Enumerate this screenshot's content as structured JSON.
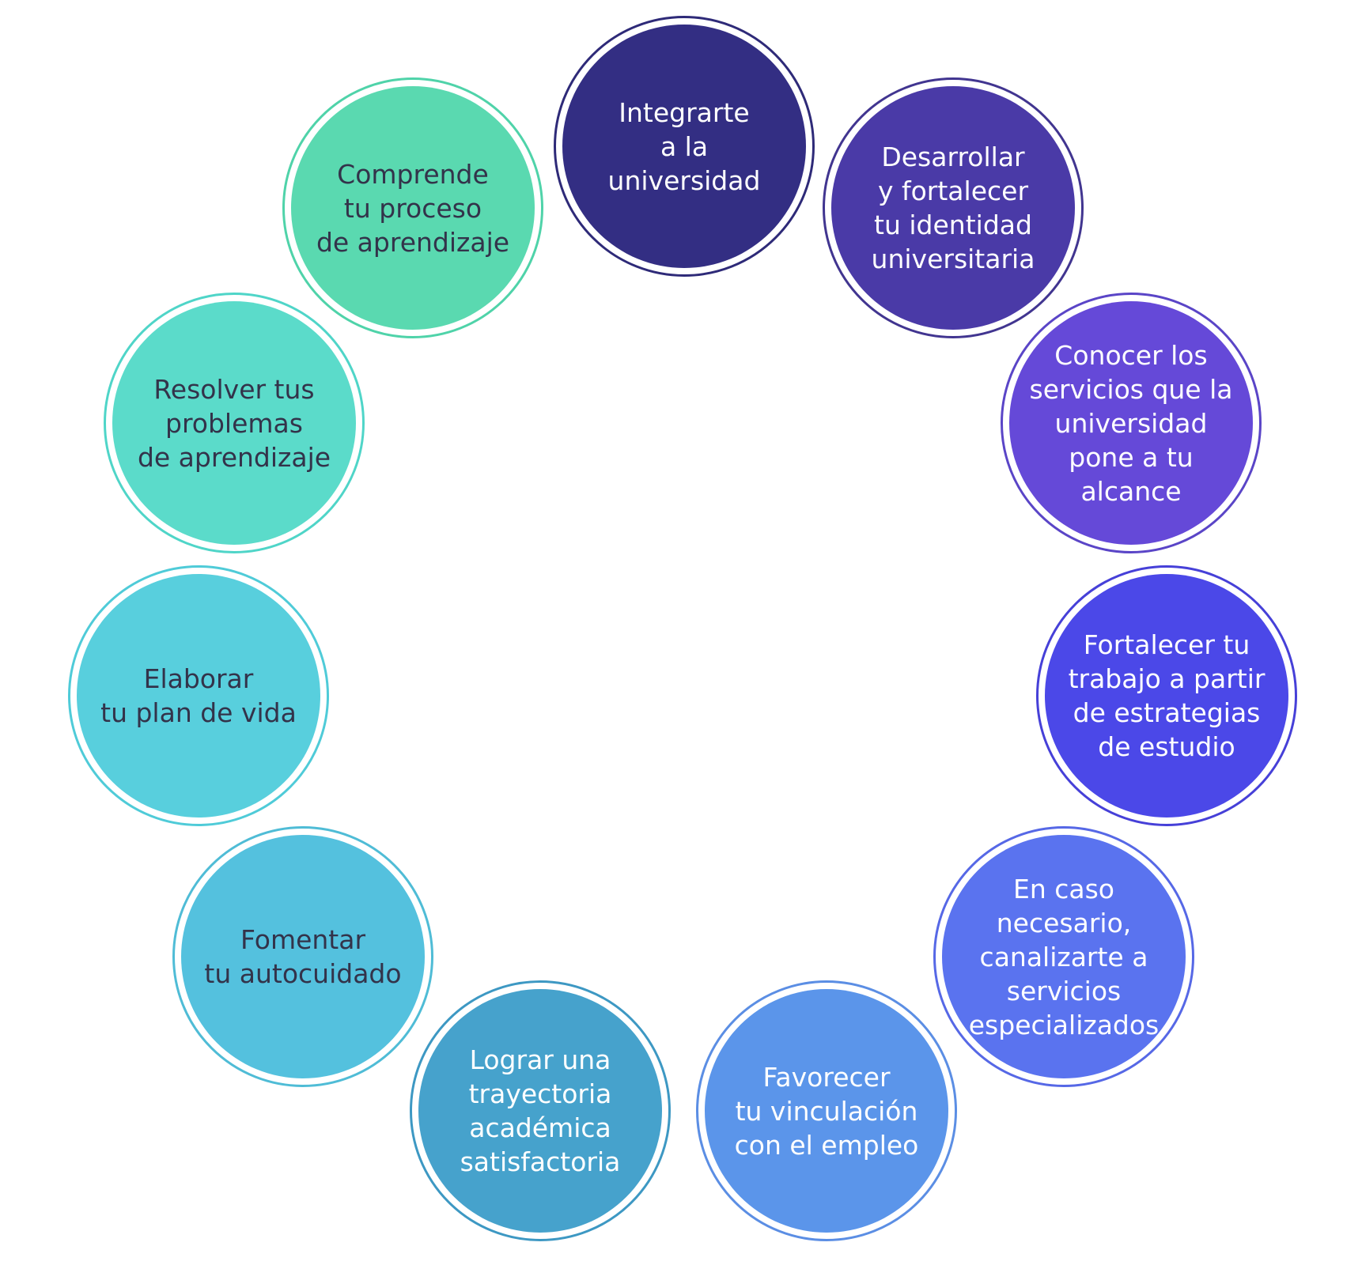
{
  "diagram": {
    "nodes": [
      {
        "label": "Integrarte\na la\nuniversidad",
        "color": "#332e83"
      },
      {
        "label": "Desarrollar\ny fortalecer\ntu identidad\nuniversitaria",
        "color": "#4a3aa7"
      },
      {
        "label": "Conocer los\nservicios que la\nuniversidad\npone a tu\nalcance",
        "color": "#6549d8"
      },
      {
        "label": "Fortalecer tu\ntrabajo a partir\nde estrategias\nde estudio",
        "color": "#4b48e8"
      },
      {
        "label": "En caso\nnecesario,\ncanalizarte a\nservicios\nespecializados",
        "color": "#5a73ef"
      },
      {
        "label": "Favorecer\ntu vinculación\ncon el empleo",
        "color": "#5b95ea"
      },
      {
        "label": "Lograr una\ntrayectoria\nacadémica\nsatisfactoria",
        "color": "#46a2cc"
      },
      {
        "label": "Fomentar\ntu autocuidado",
        "color": "#54c1de"
      },
      {
        "label": "Elaborar\ntu plan de vida",
        "color": "#58cfdd"
      },
      {
        "label": "Resolver tus\nproblemas\nde aprendizaje",
        "color": "#5bdbca"
      },
      {
        "label": "Comprende\ntu proceso\nde aprendizaje",
        "color": "#5ad9b0"
      }
    ]
  }
}
